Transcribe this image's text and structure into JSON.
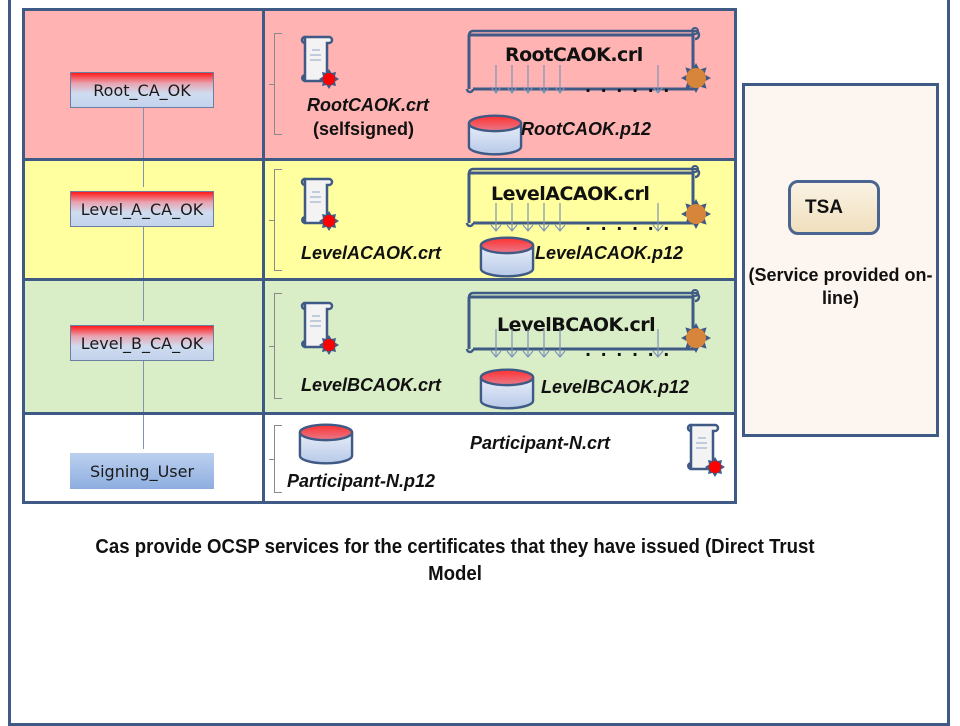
{
  "hierarchy": [
    {
      "id": "root",
      "label": "Root_CA_OK",
      "color": "#ffb3b3",
      "cert": "RootCAOK.crt",
      "cert_note": "(selfsigned)",
      "crl": "RootCAOK.crl",
      "keystore": "RootCAOK.p12"
    },
    {
      "id": "level-a",
      "label": "Level_A_CA_OK",
      "color": "#ffff9f",
      "cert": "LevelACAOK.crt",
      "crl": "LevelACAOK.crl",
      "keystore": "LevelACAOK.p12"
    },
    {
      "id": "level-b",
      "label": "Level_B_CA_OK",
      "color": "#d9edc6",
      "cert": "LevelBCAOK.crt",
      "crl": "LevelBCAOK.crl",
      "keystore": "LevelBCAOK.p12"
    },
    {
      "id": "user",
      "label": "Signing_User",
      "color": "#ffffff",
      "cert": "Participant-N.crt",
      "keystore": "Participant-N.p12"
    }
  ],
  "crl_ellipsis": ". . . . . .",
  "tsa": {
    "label": "TSA",
    "note": "(Service provided on-line)"
  },
  "caption": "Cas provide OCSP services for the certificates that they have issued (Direct Trust Model",
  "colors": {
    "border": "#3f5a85",
    "seal_red": "#ff0000",
    "seal_orange": "#d7853a",
    "tsa_panel": "#fdf5f0"
  },
  "icons": {
    "certificate": "certificate-scroll-icon",
    "crl": "crl-scroll-icon",
    "keystore": "database-cylinder-icon",
    "arrow": "arrow-down-icon"
  }
}
